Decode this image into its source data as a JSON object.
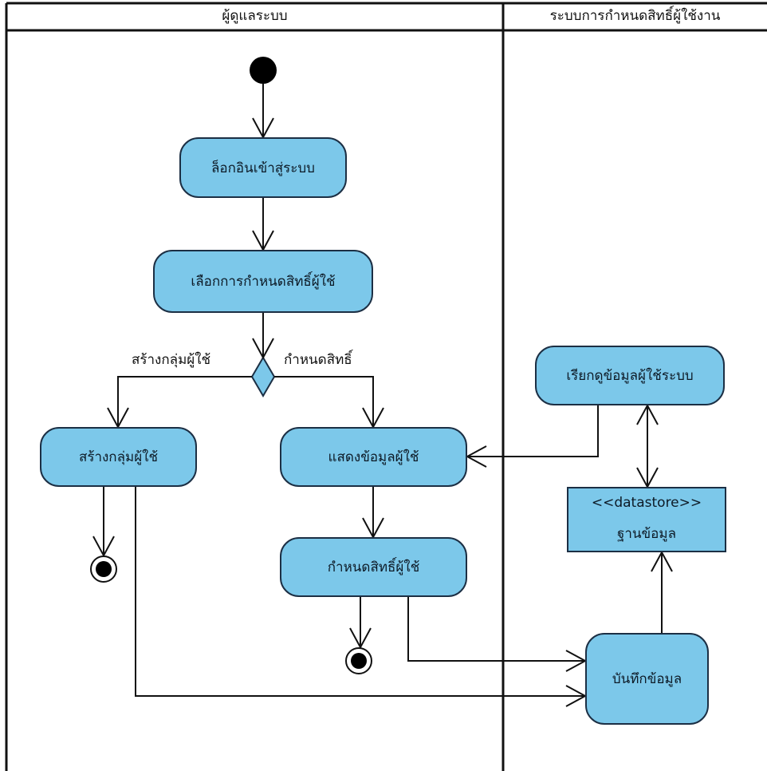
{
  "swimlanes": {
    "admin": "ผู้ดูแลระบบ",
    "system": "ระบบการกำหนดสิทธิ์ผู้ใช้งาน"
  },
  "actions": {
    "login": "ล็อกอินเข้าสู่ระบบ",
    "select_permission": "เลือกการกำหนดสิทธิ์ผู้ใช้",
    "create_group": "สร้างกลุ่มผู้ใช้",
    "show_user_data": "แสดงข้อมูลผู้ใช้",
    "assign_permission": "กำหนดสิทธิ์ผู้ใช้",
    "fetch_user_data": "เรียกดูข้อมูลผู้ใช้ระบบ",
    "save_data": "บันทึกข้อมูล"
  },
  "guards": {
    "create_group": "สร้างกลุ่มผู้ใช้",
    "assign_permission": "กำหนดสิทธิ์"
  },
  "datastore": {
    "stereotype": "<<datastore>>",
    "name": "ฐานข้อมูล"
  },
  "colors": {
    "node_fill": "#7cc8ea",
    "node_border": "#1c2f44",
    "line": "#111111"
  }
}
